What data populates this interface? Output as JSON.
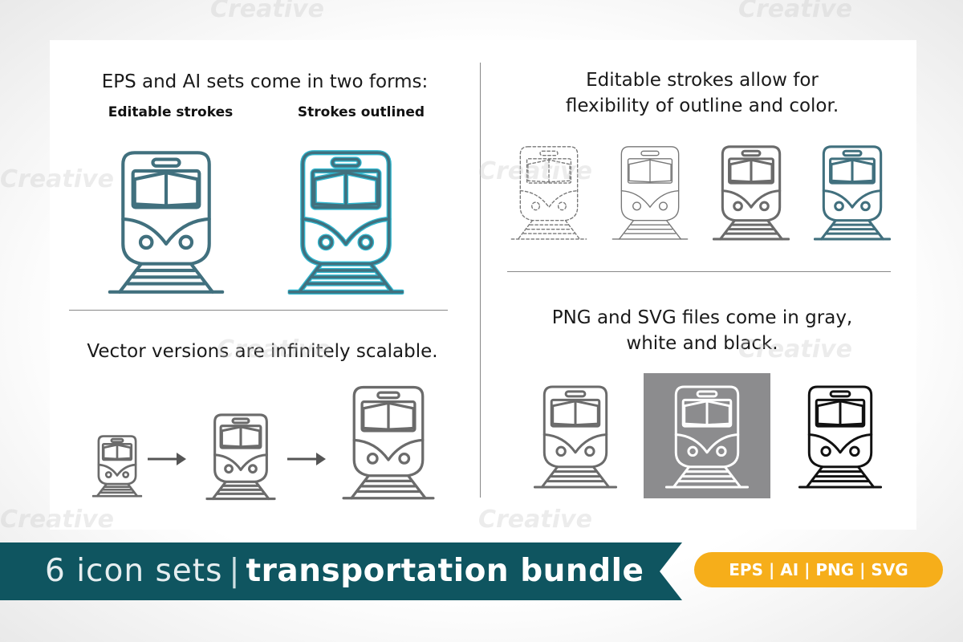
{
  "left_panel": {
    "heading": "EPS and AI sets come in two forms:",
    "label_editable": "Editable strokes",
    "label_outlined": "Strokes outlined",
    "scalable_heading": "Vector versions are infinitely scalable."
  },
  "right_panel": {
    "heading_line1": "Editable strokes allow for",
    "heading_line2": "flexibility of outline and color.",
    "files_line1": "PNG and SVG files come in gray,",
    "files_line2": "white and black."
  },
  "banner": {
    "count_text": "6 icon sets",
    "separator": "|",
    "title": "transportation bundle",
    "formats": "EPS | AI | PNG | SVG"
  },
  "colors": {
    "teal": "#41707e",
    "gray": "#6b6b6b",
    "light_gray": "#8c8c8e",
    "black": "#111111",
    "banner_teal": "#0f5560",
    "pill_yellow": "#f6ae1a"
  },
  "icons": {
    "train": "train-icon",
    "arrow": "arrow-right-icon"
  },
  "watermark": "Creative"
}
